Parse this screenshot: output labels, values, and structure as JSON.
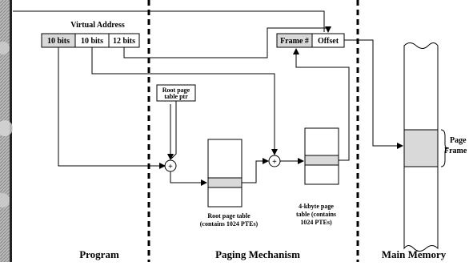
{
  "virtual_address": {
    "title": "Virtual Address",
    "fields": [
      "10 bits",
      "10 bits",
      "12 bits"
    ]
  },
  "physical_address": {
    "frame": "Frame #",
    "offset": "Offset"
  },
  "root_page_table_ptr": {
    "line1": "Root page",
    "line2": "table ptr"
  },
  "root_page_table": {
    "line1": "Root page table",
    "line2": "(contains 1024 PTEs)"
  },
  "page_table_4k": {
    "line1": "4-kbyte page",
    "line2": "table (contains",
    "line3": "1024 PTEs)"
  },
  "page_frame": {
    "line1": "Page",
    "line2": "Frame"
  },
  "sections": {
    "program": "Program",
    "paging": "Paging Mechanism",
    "memory": "Main Memory"
  },
  "adder_symbol": "+"
}
